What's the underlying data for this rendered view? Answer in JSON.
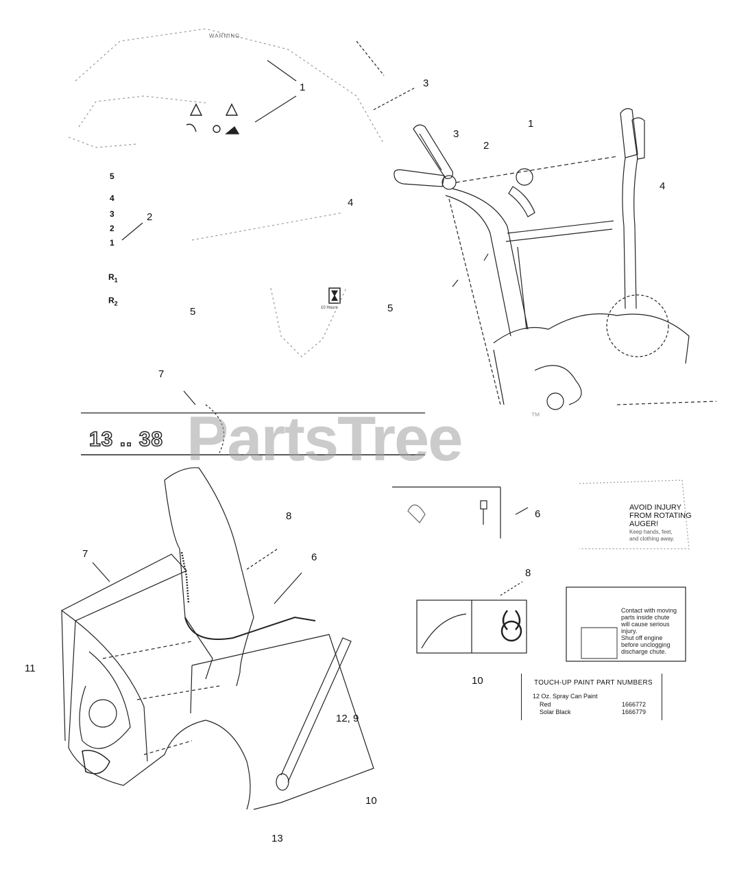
{
  "watermark": {
    "brand": "PartsTree",
    "trademark": "™"
  },
  "callouts": [
    {
      "id": "c1",
      "text": "1"
    },
    {
      "id": "c2",
      "text": "2"
    },
    {
      "id": "c3",
      "text": "3"
    },
    {
      "id": "c4",
      "text": "4"
    },
    {
      "id": "c5a",
      "text": "5"
    },
    {
      "id": "c5b",
      "text": "5"
    },
    {
      "id": "c7top",
      "text": "7"
    },
    {
      "id": "c3r",
      "text": "3"
    },
    {
      "id": "c2r",
      "text": "2"
    },
    {
      "id": "c1r",
      "text": "1"
    },
    {
      "id": "c4r",
      "text": "4"
    },
    {
      "id": "c6",
      "text": "6"
    },
    {
      "id": "c8",
      "text": "8"
    },
    {
      "id": "c8b",
      "text": "8"
    },
    {
      "id": "c6b",
      "text": "6"
    },
    {
      "id": "c7b",
      "text": "7"
    },
    {
      "id": "c11",
      "text": "11"
    },
    {
      "id": "c129",
      "text": "12, 9"
    },
    {
      "id": "c10a",
      "text": "10"
    },
    {
      "id": "c10b",
      "text": "10"
    },
    {
      "id": "c13",
      "text": "13"
    }
  ],
  "gear_labels": {
    "g5": "5",
    "g4": "4",
    "g3": "3",
    "g2": "2",
    "g1": "1",
    "r1": "R",
    "r1_sub": "1",
    "r2": "R",
    "r2_sub": "2"
  },
  "decals": {
    "warning_header": "WARNING",
    "model_decal": "13 .. 38",
    "hour_label": "10 Hours",
    "auger_warning": {
      "title_lines": [
        "AVOID INJURY",
        "FROM ROTATING",
        "AUGER!"
      ],
      "body_lines": [
        "Keep hands, feet,",
        "and clothing away."
      ]
    },
    "chute_warning": {
      "lines": [
        "Contact with moving",
        "parts inside chute",
        "will cause serious",
        "injury.",
        "Shut off engine",
        "before unclogging",
        "discharge chute."
      ]
    },
    "touch_up_paint": {
      "title": "TOUCH-UP PAINT PART NUMBERS",
      "subtitle": "12 Oz. Spray Can Paint",
      "rows": [
        {
          "color": "Red",
          "number": "1666772"
        },
        {
          "color": "Solar Black",
          "number": "1666779"
        }
      ]
    }
  }
}
